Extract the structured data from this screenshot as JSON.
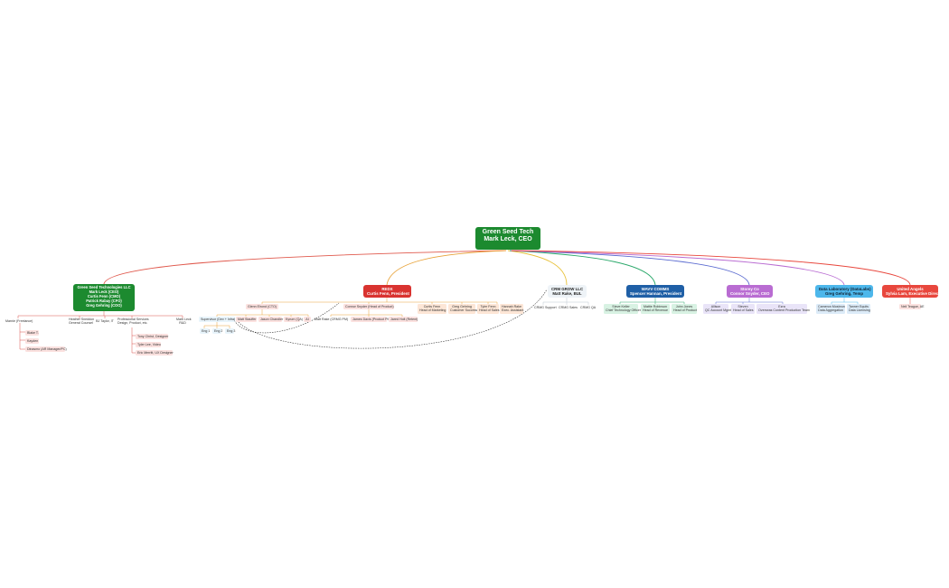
{
  "root": {
    "line1": "Green Seed Tech",
    "line2": "Mark Leck, CEO"
  },
  "companies": [
    {
      "line1": "Green Seed Technologies LLC",
      "line2": "Mark Leck (CEO)",
      "line3": "Curtis Fenn (CMO)",
      "line4": "Patrick Rabay (CFO)",
      "line5": "Greg Gehring (COO)"
    },
    {
      "line1": "REDX",
      "line2": "Curtis Fenn, President"
    },
    {
      "line1": "CRM GROW LLC",
      "line2": "Matt Rake, BUL"
    },
    {
      "line1": "WAVV COMMS",
      "line2": "Spencer Hannan, President"
    },
    {
      "line1": "Storey Co",
      "line2": "Connor Snyder, CEO"
    },
    {
      "line1": "Data Laboratory (DataLabs)",
      "line2": "Greg Gehring, Temp"
    },
    {
      "line1": "United Angels",
      "line2": "Sylvia Lam, Executive Director"
    }
  ],
  "gst_children": {
    "marnie": "Marnie (Freelance)",
    "heather_l1": "Heather Sneddon",
    "heather_l2": "General Counsel",
    "bj": "BJ Taylor, IT",
    "pro_l1": "Professional Services",
    "pro_l2": "Design, Product, etc.",
    "mark_l1": "Mark Leck",
    "mark_l2": "R&D",
    "blake": "Blake T.",
    "kayden": "Kayden",
    "dinasmo": "Dinasmo (AR Manager/PC)",
    "tony": "Tony Christ, Designer",
    "tyler": "Tyler Lee, Video",
    "eric": "Eric Merritt, UX Designer"
  },
  "redx_children": {
    "glenn": "Glenn Elrond (CTO)",
    "connor": "Connor Snyder (Head of Product)",
    "curtis_l1": "Curtis Fenn",
    "curtis_l2": "Head of Marketing",
    "greg_l1": "Greg Gehring",
    "greg_l2": "Customer Success",
    "tyler_l1": "Tyler Fenn",
    "tyler_l2": "Head of Sales",
    "hannah_l1": "Hannah Rake",
    "hannah_l2": "Exec. Assistant",
    "supervisor": "Supervisor (Dev + Infra)",
    "matt_stauffer": "Matt Stauffer",
    "jason": "Jason Chandler",
    "kyrum": "Kyrum (QA)",
    "ai": "AI",
    "matt_rake": "Matt Rake (CRMG PM)",
    "james": "James Davis (Product PM)",
    "jared": "Jared Holt (Retent)",
    "eng1": "Eng 1",
    "eng2": "Eng 2",
    "eng3": "Eng 3"
  },
  "crm_children": {
    "support": "CRMG Support",
    "sales": "CRMG Sales",
    "qa": "CRMG QA"
  },
  "wavv_children": {
    "steve_l1": "Steve Keller",
    "steve_l2": "Chief Technology Officer",
    "mattie_l1": "Mattie Robinson",
    "mattie_l2": "Head of Revenue",
    "john_l1": "John Jones",
    "john_l2": "Head of Product"
  },
  "storey_children": {
    "allison_l1": "Allison",
    "allison_l2": "QC Account Mgmt",
    "steven_l1": "Steven",
    "steven_l2": "Head of Sales",
    "ezra_l1": "Ezra",
    "ezra_l2": "Overseas Content Production Team"
  },
  "data_children": {
    "cameron_l1": "Cameron Mosbrun",
    "cameron_l2": "Data Aggregation",
    "tanner_l1": "Tanner Equits",
    "tanner_l2": "Data Licensing"
  },
  "angels_children": {
    "neil": "Neil Teague, AE"
  },
  "colors": {
    "green": "#1c8a2f",
    "red": "#d93330",
    "orange": "#e8a33a",
    "teal": "#2aa86a",
    "navy": "#1f5fa6",
    "purple": "#b96cd2",
    "sky": "#4db7eb",
    "angels": "#e8473d"
  }
}
